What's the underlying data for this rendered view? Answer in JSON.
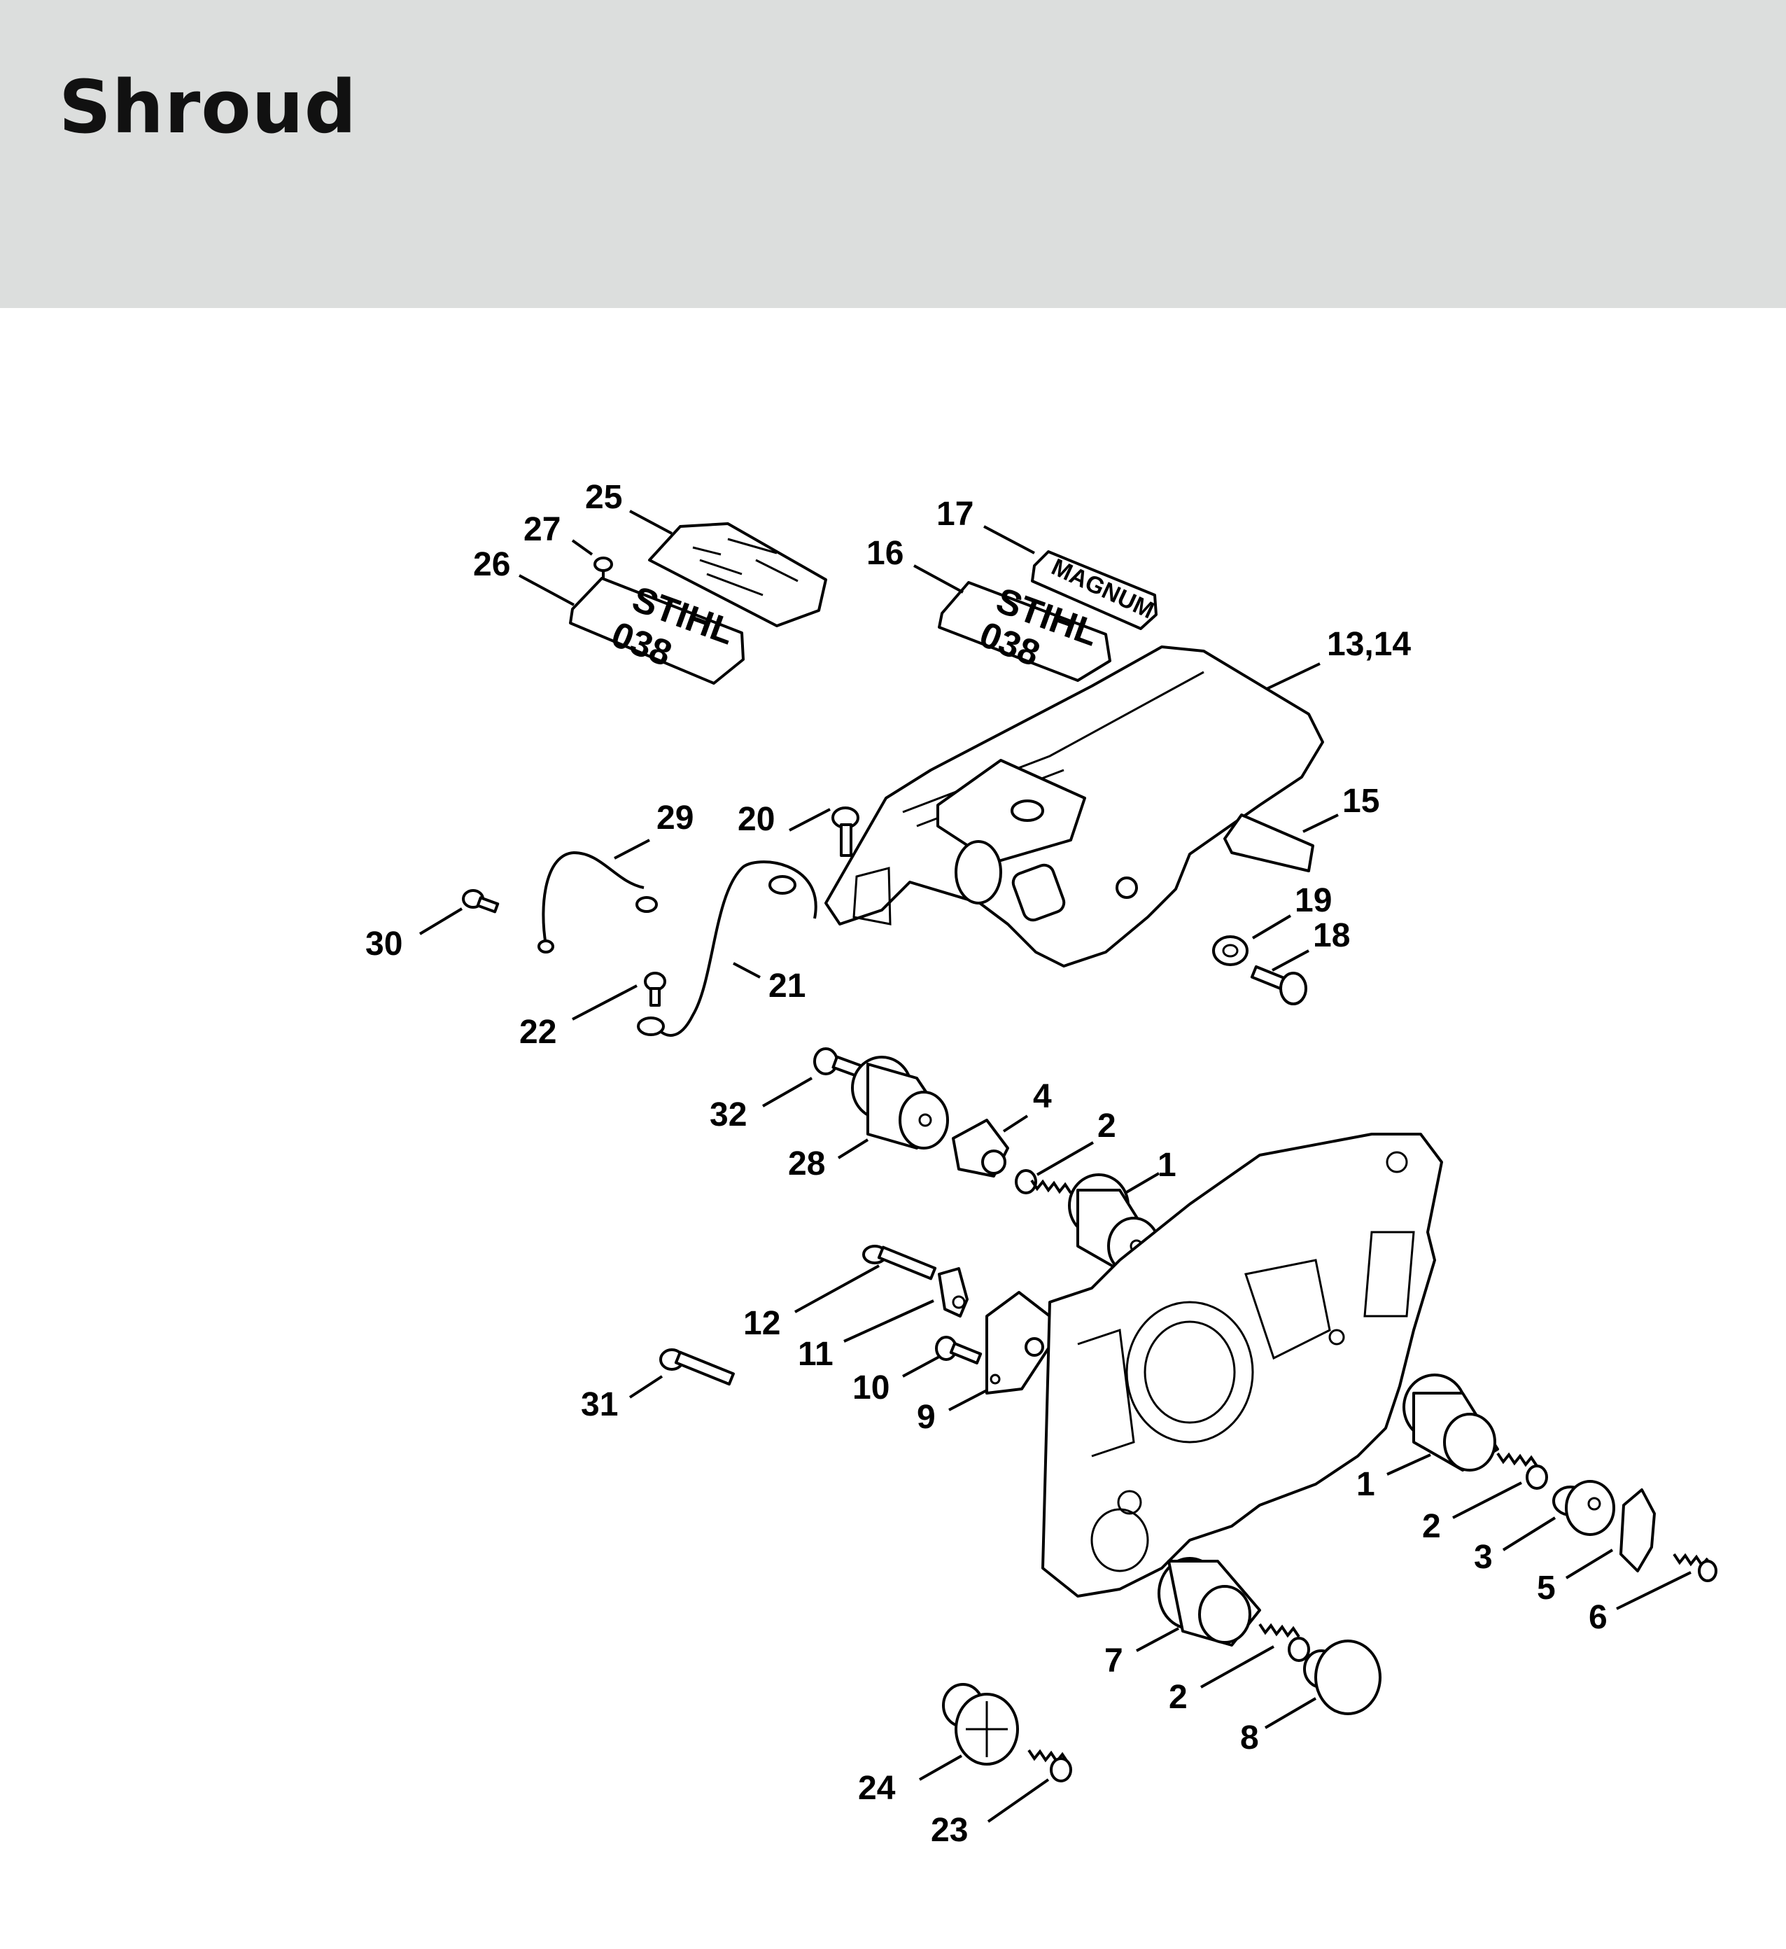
{
  "header": {
    "title": "Shroud"
  },
  "decals": {
    "stihl": "STIHL",
    "model": "038",
    "magnum": "MAGNUM"
  },
  "callouts": [
    {
      "id": "c25",
      "label": "25"
    },
    {
      "id": "c27",
      "label": "27"
    },
    {
      "id": "c26",
      "label": "26"
    },
    {
      "id": "c17",
      "label": "17"
    },
    {
      "id": "c16",
      "label": "16"
    },
    {
      "id": "c13",
      "label": "13,14"
    },
    {
      "id": "c15",
      "label": "15"
    },
    {
      "id": "c29",
      "label": "29"
    },
    {
      "id": "c20",
      "label": "20"
    },
    {
      "id": "c30",
      "label": "30"
    },
    {
      "id": "c19",
      "label": "19"
    },
    {
      "id": "c18",
      "label": "18"
    },
    {
      "id": "c21",
      "label": "21"
    },
    {
      "id": "c22",
      "label": "22"
    },
    {
      "id": "c32",
      "label": "32"
    },
    {
      "id": "c4",
      "label": "4"
    },
    {
      "id": "c2a",
      "label": "2"
    },
    {
      "id": "c28",
      "label": "28"
    },
    {
      "id": "c1a",
      "label": "1"
    },
    {
      "id": "c12",
      "label": "12"
    },
    {
      "id": "c11",
      "label": "11"
    },
    {
      "id": "c10",
      "label": "10"
    },
    {
      "id": "c9",
      "label": "9"
    },
    {
      "id": "c31",
      "label": "31"
    },
    {
      "id": "c1b",
      "label": "1"
    },
    {
      "id": "c2b",
      "label": "2"
    },
    {
      "id": "c3",
      "label": "3"
    },
    {
      "id": "c5",
      "label": "5"
    },
    {
      "id": "c6",
      "label": "6"
    },
    {
      "id": "c7",
      "label": "7"
    },
    {
      "id": "c2c",
      "label": "2"
    },
    {
      "id": "c8",
      "label": "8"
    },
    {
      "id": "c24",
      "label": "24"
    },
    {
      "id": "c23",
      "label": "23"
    }
  ]
}
